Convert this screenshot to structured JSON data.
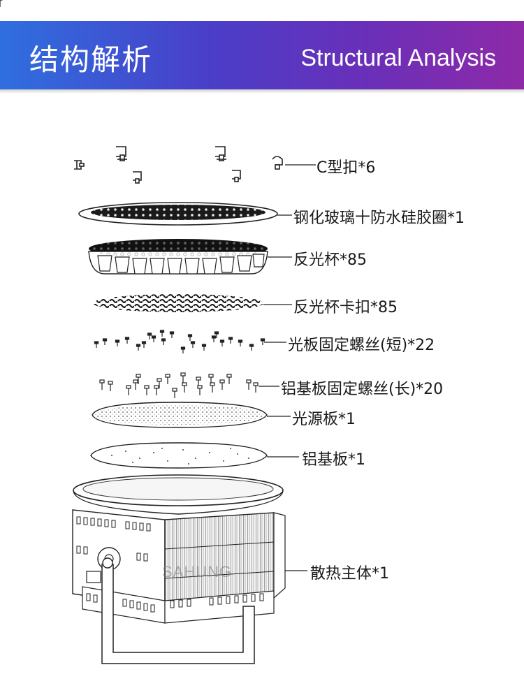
{
  "header": {
    "title_cn": "结构解析",
    "title_en": "Structural Analysis",
    "gradient_start": "#2f6fe0",
    "gradient_end": "#8e2aa8"
  },
  "watermark": "SAHUNG",
  "parts": [
    {
      "label": "C型扣*6"
    },
    {
      "label": "钢化玻璃十防水硅胶圈*1"
    },
    {
      "label": "反光杯*85"
    },
    {
      "label": "反光杯卡扣*85"
    },
    {
      "label": "光板固定螺丝(短)*22"
    },
    {
      "label": "铝基板固定螺丝(长)*20"
    },
    {
      "label": "光源板*1"
    },
    {
      "label": "铝基板*1"
    },
    {
      "label": "散热主体*1"
    }
  ]
}
